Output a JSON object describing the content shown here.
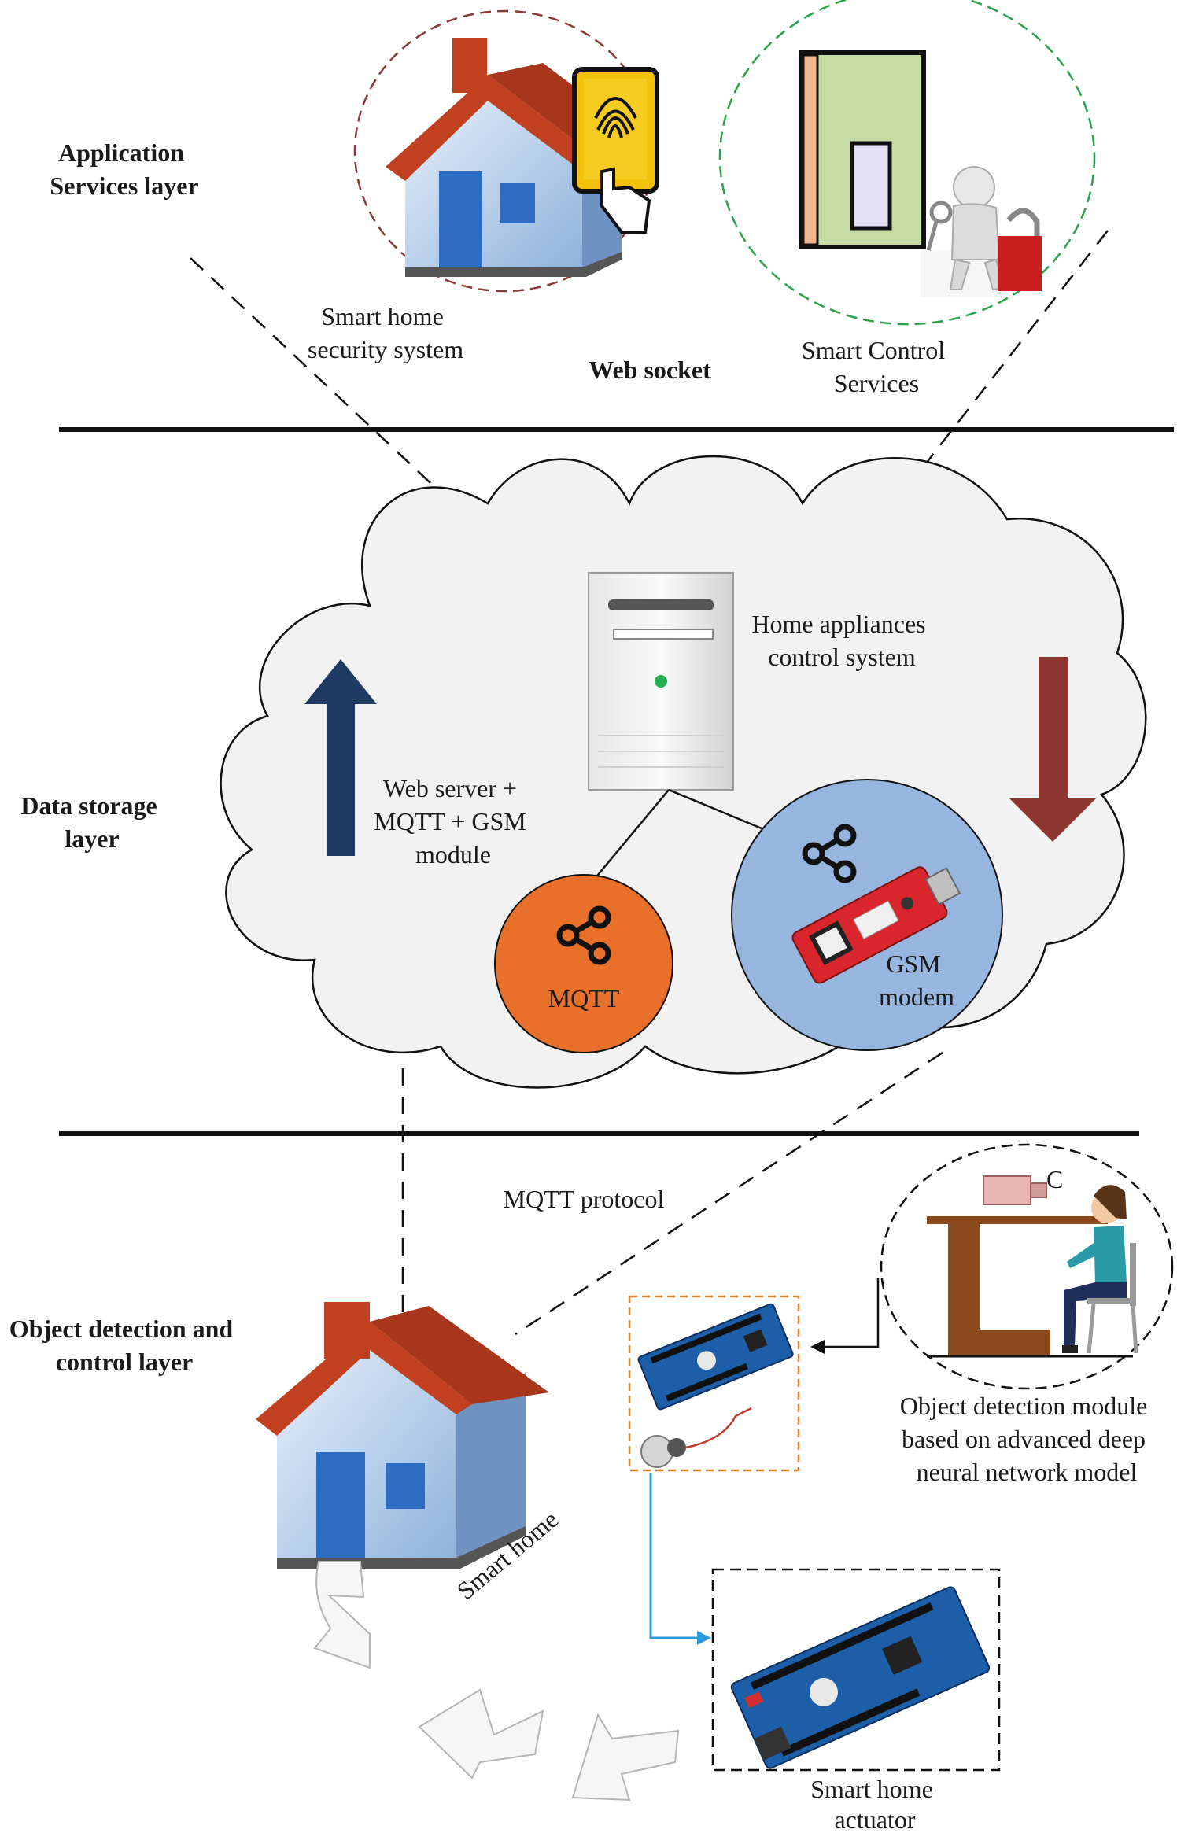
{
  "layers": {
    "application": [
      "Application",
      "Services layer"
    ],
    "data_storage": [
      "Data storage",
      "layer"
    ],
    "object_detection": [
      "Object detection and",
      "control layer"
    ]
  },
  "labels": {
    "smart_home_security": [
      "Smart home",
      "security system"
    ],
    "web_socket": "Web socket",
    "smart_control": [
      "Smart Control",
      "Services"
    ],
    "home_appliances": [
      "Home appliances",
      "control system"
    ],
    "web_server": [
      "Web server +",
      "MQTT + GSM",
      "module"
    ],
    "mqtt": "MQTT",
    "gsm": [
      "GSM",
      "modem"
    ],
    "mqtt_protocol": "MQTT protocol",
    "smart_home": "Smart home",
    "object_detection_module": [
      "Object detection module",
      "based on advanced deep",
      "neural network model"
    ],
    "camera_letter": "C",
    "actuator": [
      "Smart home",
      "actuator"
    ]
  },
  "colors": {
    "roof": "#c0401f",
    "house_wall": "#a9c6e6",
    "door": "#2e6cc2",
    "cloud_fill": "#f2f2f2",
    "mqtt_circle": "#e8702a",
    "gsm_circle": "#97b6df",
    "arrow_up": "#1f3a63",
    "arrow_down": "#8e3530",
    "security_ring": "#8b3a3a",
    "control_ring": "#2aa24a",
    "module_box": "#d9822b",
    "connector": "#2a9bd8"
  }
}
